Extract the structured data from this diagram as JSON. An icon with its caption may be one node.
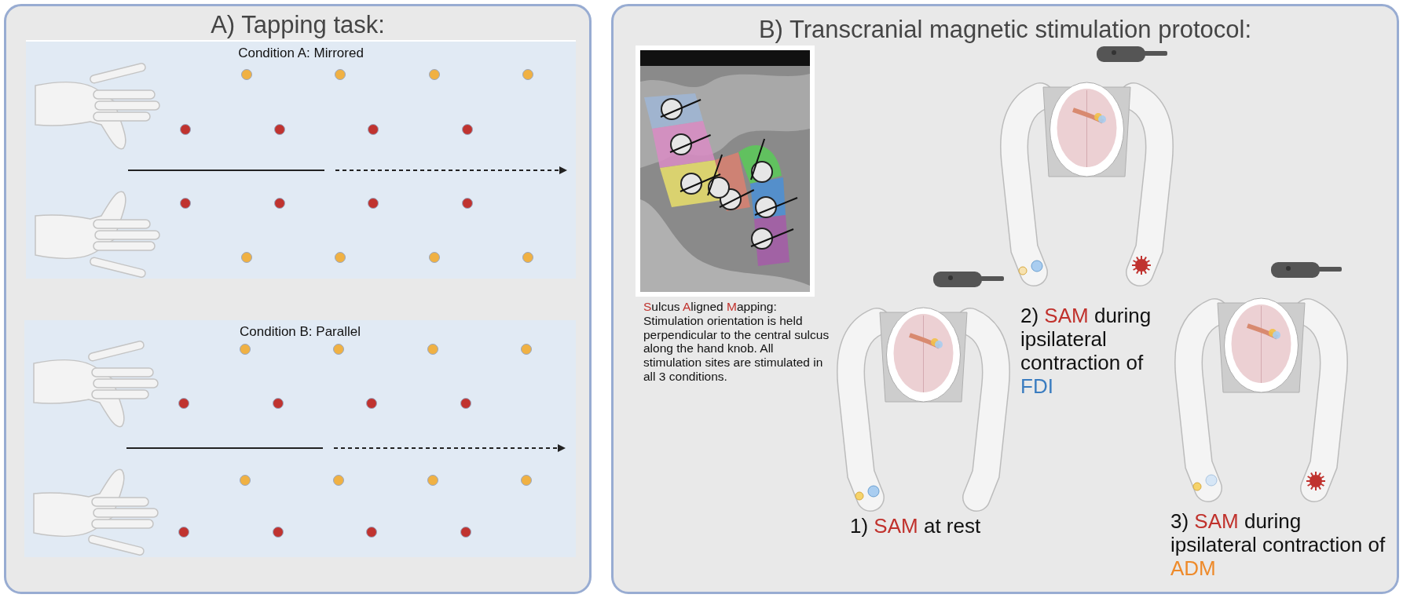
{
  "diagram": {
    "nodes": [
      {
        "text": [
          "A) Tapping task:"
        ]
      },
      {
        "text": [
          "Condition A: Mirrored"
        ],
        "in": 0
      },
      {
        "text": [
          "Condition B: Parallel"
        ],
        "in": 0
      },
      {
        "text": [
          "B) Transcranial magnetic stimulation protocol:"
        ]
      }
    ],
    "labels": [
      "Sulcus Aligned Mapping: Stimulation orientation is held perpendicular to the central sulcus along the hand knob. All stimulation sites are stimulated in all 3 conditions.",
      "1) SAM at rest",
      "2) SAM during ipsilateral contraction of FDI",
      "3) SAM during ipsilateral contraction of ADM"
    ]
  }
}
